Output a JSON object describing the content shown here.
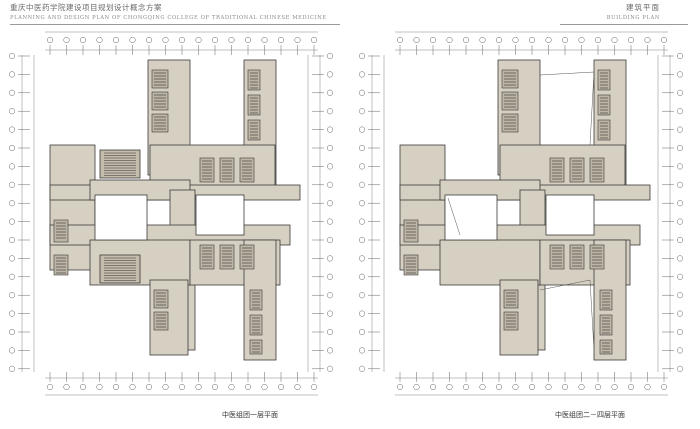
{
  "header": {
    "title_cn": "重庆中医药学院建设项目规划设计概念方案",
    "title_en": "PLANNING AND DESIGN PLAN OF CHONGQING COLLEGE OF TRADITIONAL CHINESE MEDICINE",
    "section_cn": "建筑平面",
    "section_en": "BUILDING PLAN"
  },
  "plans": [
    {
      "caption": "中医组团一层平面"
    },
    {
      "caption": "中医组团二－四层平面"
    }
  ],
  "colors": {
    "floor": "#d6d0c2",
    "wall": "#3a3a3a",
    "grid": "#666666",
    "room": "#ffffff"
  }
}
